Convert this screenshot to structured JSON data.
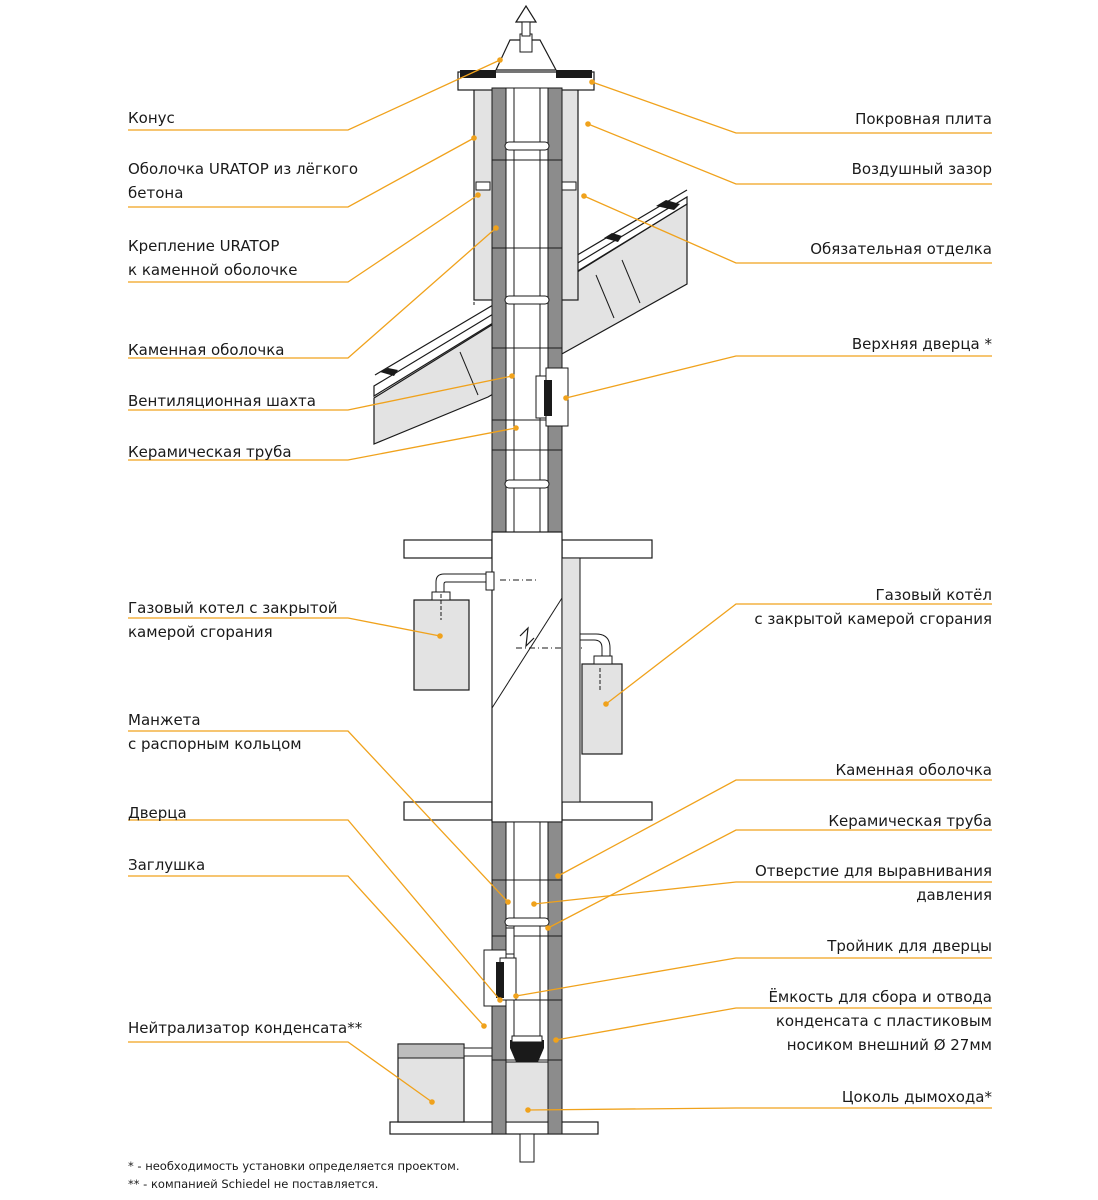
{
  "colors": {
    "leader": "#f0a21c",
    "stroke": "#1a1a1a",
    "masonry": "#8c8c8c",
    "fill_light": "#e3e3e3",
    "fill_mid": "#bdbdbd"
  },
  "labels_left": [
    {
      "id": "konus",
      "lines": [
        "Конус"
      ]
    },
    {
      "id": "urat-shell",
      "lines": [
        "Оболочка URATOP из лёгкого",
        "бетона"
      ]
    },
    {
      "id": "urat-mount",
      "lines": [
        "Крепление URATOP",
        "к каменной оболочке"
      ]
    },
    {
      "id": "stone-shell-top",
      "lines": [
        "Каменная оболочка"
      ]
    },
    {
      "id": "vent-shaft",
      "lines": [
        "Вентиляционная шахта"
      ]
    },
    {
      "id": "ceramic-pipe-top",
      "lines": [
        "Керамическая труба"
      ]
    },
    {
      "id": "boiler-left",
      "lines": [
        "Газовый котел с закрытой",
        "камерой сгорания"
      ]
    },
    {
      "id": "cuff",
      "lines": [
        "Манжета",
        "с распорным кольцом"
      ]
    },
    {
      "id": "door",
      "lines": [
        "Дверца"
      ]
    },
    {
      "id": "plug",
      "lines": [
        "Заглушка"
      ]
    },
    {
      "id": "neutralizer",
      "lines": [
        "Нейтрализатор конденсата**"
      ]
    }
  ],
  "labels_right": [
    {
      "id": "cover-plate",
      "lines": [
        "Покровная плита"
      ]
    },
    {
      "id": "air-gap",
      "lines": [
        "Воздушный зазор"
      ]
    },
    {
      "id": "finish",
      "lines": [
        "Обязательная отделка"
      ]
    },
    {
      "id": "upper-door",
      "lines": [
        "Верхняя дверца *"
      ]
    },
    {
      "id": "boiler-right",
      "lines": [
        "Газовый котёл",
        "с закрытой камерой сгорания"
      ]
    },
    {
      "id": "stone-shell-bottom",
      "lines": [
        "Каменная оболочка"
      ]
    },
    {
      "id": "ceramic-pipe-bottom",
      "lines": [
        "Керамическая труба"
      ]
    },
    {
      "id": "pressure-hole",
      "lines": [
        "Отверстие для выравнивания",
        "давления"
      ]
    },
    {
      "id": "door-tee",
      "lines": [
        "Тройник для дверцы"
      ]
    },
    {
      "id": "condensate-tank",
      "lines": [
        "Ёмкость для сбора и отвода",
        "конденсата с пластиковым",
        "носиком внешний Ø 27мм"
      ]
    },
    {
      "id": "chimney-base",
      "lines": [
        "Цоколь дымохода*"
      ]
    }
  ],
  "footnotes": [
    "* - необходимость установки определяется проектом.",
    "** - компанией Schiedel не поставляется."
  ]
}
